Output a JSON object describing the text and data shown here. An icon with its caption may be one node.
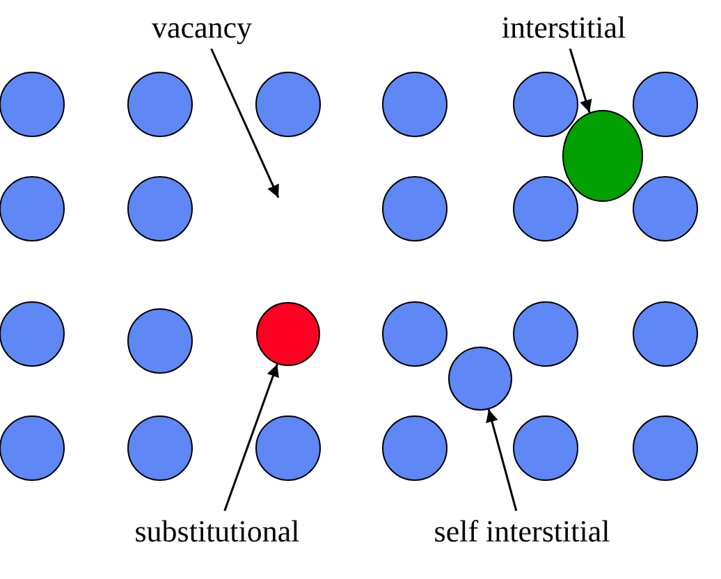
{
  "diagram": {
    "nodes": [
      {
        "text": [
          "vacancy"
        ]
      },
      {
        "text": [
          "interstitial"
        ]
      },
      {
        "text": [],
        "shape": "circle"
      },
      {
        "text": [],
        "shape": "circle"
      },
      {
        "text": [
          "substitutional"
        ]
      },
      {
        "text": [],
        "shape": "circle"
      },
      {
        "text": [
          "self interstitial"
        ]
      }
    ],
    "edges": [
      {
        "from": 0,
        "to": null,
        "arrow": "to"
      },
      {
        "from": 1,
        "to": 2,
        "arrow": "to"
      },
      {
        "from": 4,
        "to": 3,
        "arrow": "to"
      },
      {
        "from": 6,
        "to": 5,
        "arrow": "to"
      }
    ]
  }
}
